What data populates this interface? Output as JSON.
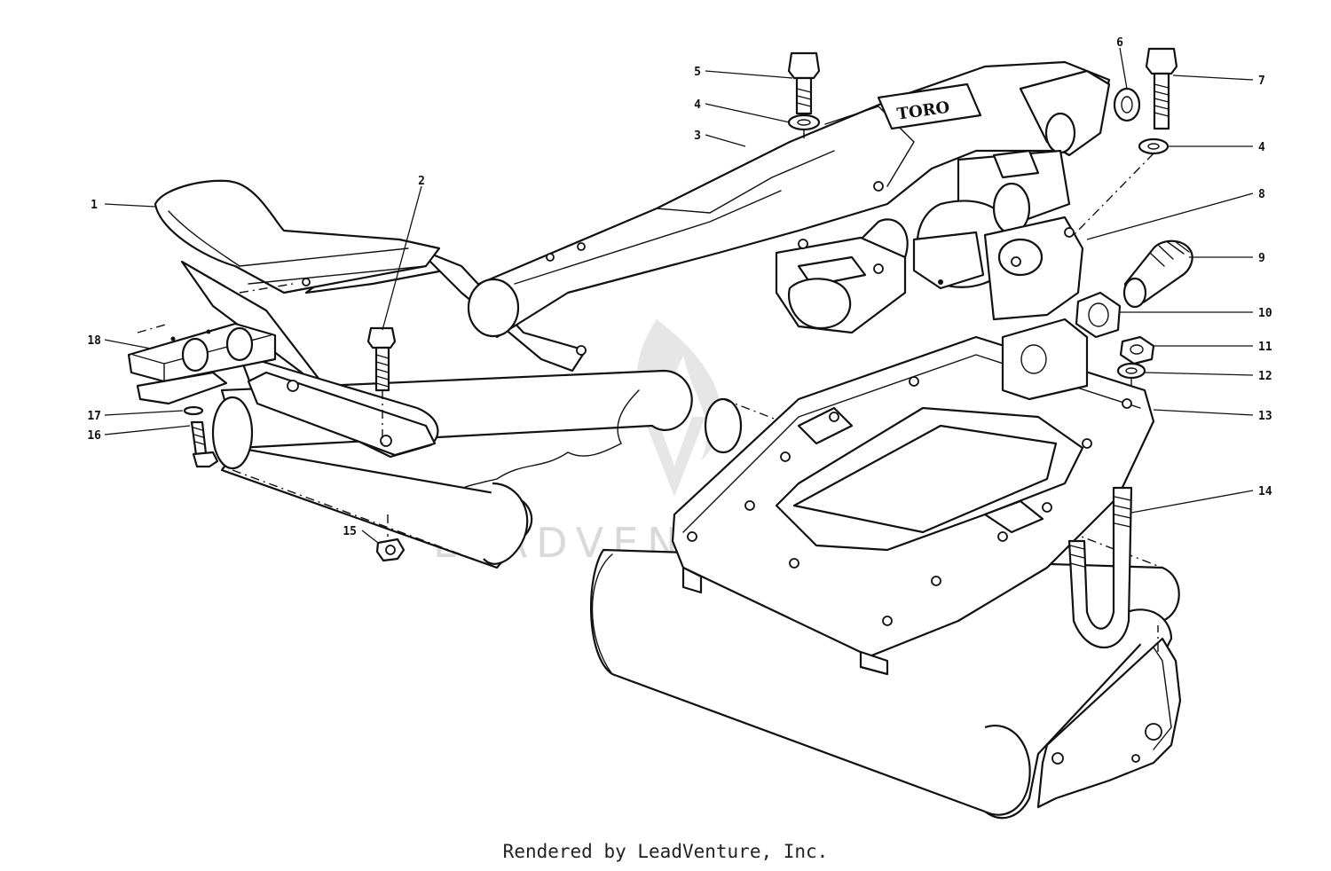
{
  "watermark": {
    "text": "LEADVENTURE"
  },
  "part_logo_text": "TORO",
  "callouts": [
    {
      "id": "1",
      "label": "1"
    },
    {
      "id": "2",
      "label": "2"
    },
    {
      "id": "3",
      "label": "3"
    },
    {
      "id": "4a",
      "label": "4"
    },
    {
      "id": "4b",
      "label": "4"
    },
    {
      "id": "5",
      "label": "5"
    },
    {
      "id": "6",
      "label": "6"
    },
    {
      "id": "7",
      "label": "7"
    },
    {
      "id": "8",
      "label": "8"
    },
    {
      "id": "9",
      "label": "9"
    },
    {
      "id": "10",
      "label": "10"
    },
    {
      "id": "11",
      "label": "11"
    },
    {
      "id": "12",
      "label": "12"
    },
    {
      "id": "13",
      "label": "13"
    },
    {
      "id": "14",
      "label": "14"
    },
    {
      "id": "15",
      "label": "15"
    },
    {
      "id": "16",
      "label": "16"
    },
    {
      "id": "17",
      "label": "17"
    },
    {
      "id": "18",
      "label": "18"
    }
  ],
  "footer": {
    "text": "Rendered by LeadVenture, Inc."
  }
}
